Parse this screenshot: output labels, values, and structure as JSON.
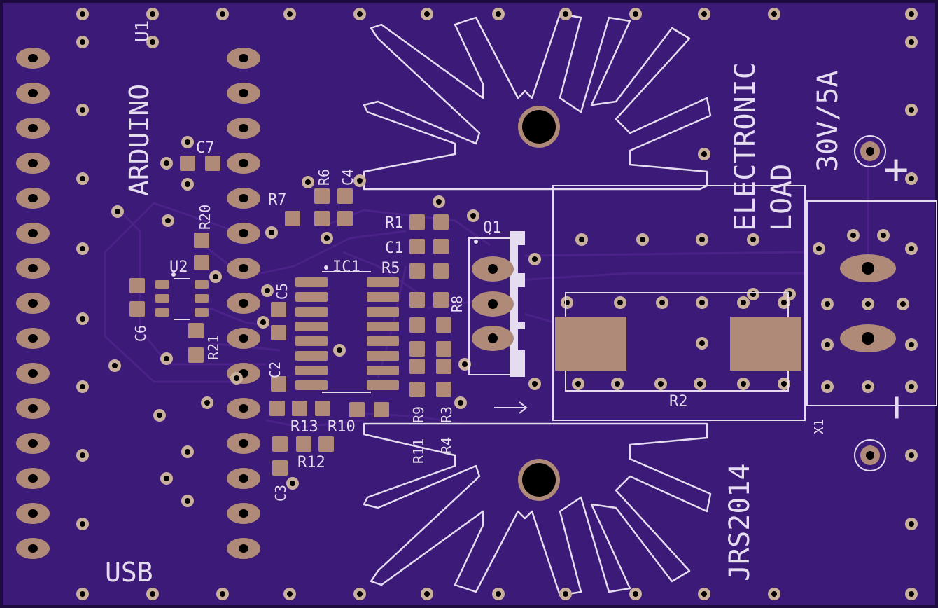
{
  "board": {
    "colors": {
      "substrate": "#3c1a78",
      "board_edge": "#1e0c40",
      "copper_trace": "#4a2288",
      "pad": "#b08a78",
      "via_ring": "#c9b09c",
      "drill": "#000000",
      "silkscreen": "#e6dcf0"
    },
    "labels": {
      "arduino": "ARDUINO",
      "u1": "U1",
      "usb": "USB",
      "c7": "C7",
      "r6": "R6",
      "c4": "C4",
      "r7": "R7",
      "r20": "R20",
      "u2": "U2",
      "c6": "C6",
      "r21": "R21",
      "c5": "C5",
      "c2": "C2",
      "c3": "C3",
      "ic1": "IC1",
      "r1": "R1",
      "c1": "C1",
      "r5": "R5",
      "q1": "Q1",
      "r8": "R8",
      "r13": "R13",
      "r10": "R10",
      "r12": "R12",
      "r9": "R9",
      "r3": "R3",
      "r11": "R11",
      "r4": "R4",
      "r2": "R2",
      "x1": "X1",
      "title_line1": "ELECTRONIC",
      "title_line2": "LOAD",
      "rating": "30V/5A",
      "author": "JRS2014",
      "plus": "+",
      "minus": "−"
    }
  }
}
